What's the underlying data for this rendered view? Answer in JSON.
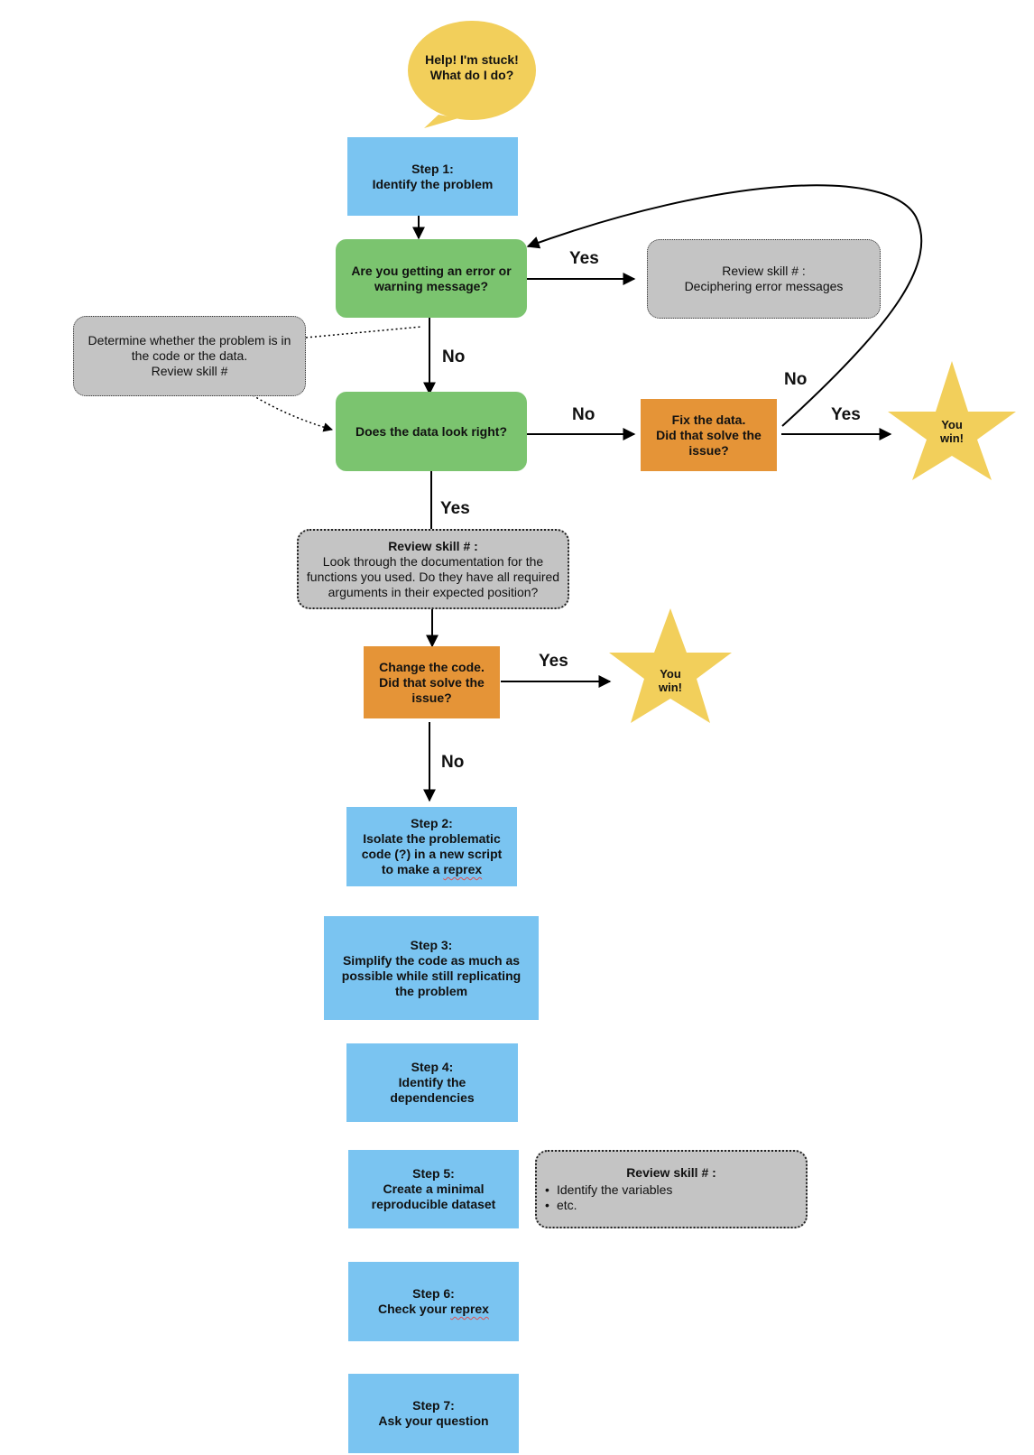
{
  "colors": {
    "step": "#7ac4f1",
    "decision": "#7bc46f",
    "action": "#e59437",
    "review": "#c4c4c4",
    "win": "#f2cf5b",
    "bubble": "#f2cf5b"
  },
  "bubble": {
    "line1": "Help! I'm stuck!",
    "line2": "What do I do?"
  },
  "step1": {
    "line1": "Step 1:",
    "line2": "Identify the problem"
  },
  "decision_error": {
    "line1": "Are you getting an error or",
    "line2": "warning message?"
  },
  "review_error": {
    "line1": "Review skill # :",
    "line2": "Deciphering error messages"
  },
  "review_code_data": {
    "line1": "Determine whether the problem is in",
    "line2": "the code or the data.",
    "line3": "Review skill #"
  },
  "decision_data": {
    "line1": "Does the data look right?"
  },
  "fix_data": {
    "line1": "Fix the data.",
    "line2": "Did that solve the",
    "line3": "issue?"
  },
  "win1": {
    "line1": "You",
    "line2": "win!"
  },
  "review_docs": {
    "title": "Review skill # :",
    "line1": "Look through the documentation for the",
    "line2": "functions you used. Do they have all required",
    "line3": "arguments in their expected position?"
  },
  "change_code": {
    "line1": "Change the code.",
    "line2": "Did that solve the",
    "line3": "issue?"
  },
  "win2": {
    "line1": "You",
    "line2": "win!"
  },
  "step2": {
    "line1": "Step 2:",
    "line2": "Isolate the problematic",
    "line3": "code (?) in a new script",
    "line4a": "to make a ",
    "line4b": "reprex"
  },
  "step3": {
    "line1": "Step 3:",
    "line2": "Simplify the code as much as",
    "line3": "possible while still replicating",
    "line4": "the problem"
  },
  "step4": {
    "line1": "Step 4:",
    "line2": "Identify the",
    "line3": "dependencies"
  },
  "step5": {
    "line1": "Step 5:",
    "line2": "Create a minimal",
    "line3": "reproducible dataset"
  },
  "review_minimal": {
    "title": "Review skill # :",
    "items": [
      "Identify the variables",
      "etc."
    ]
  },
  "step6": {
    "line1": "Step 6:",
    "line2a": "Check your ",
    "line2b": "reprex"
  },
  "step7": {
    "line1": "Step 7:",
    "line2": "Ask your question"
  },
  "labels": {
    "yes_error": "Yes",
    "no_error": "No",
    "no_data": "No",
    "no_loop": "No",
    "yes_fix": "Yes",
    "yes_data": "Yes",
    "yes_change": "Yes",
    "no_change": "No"
  }
}
